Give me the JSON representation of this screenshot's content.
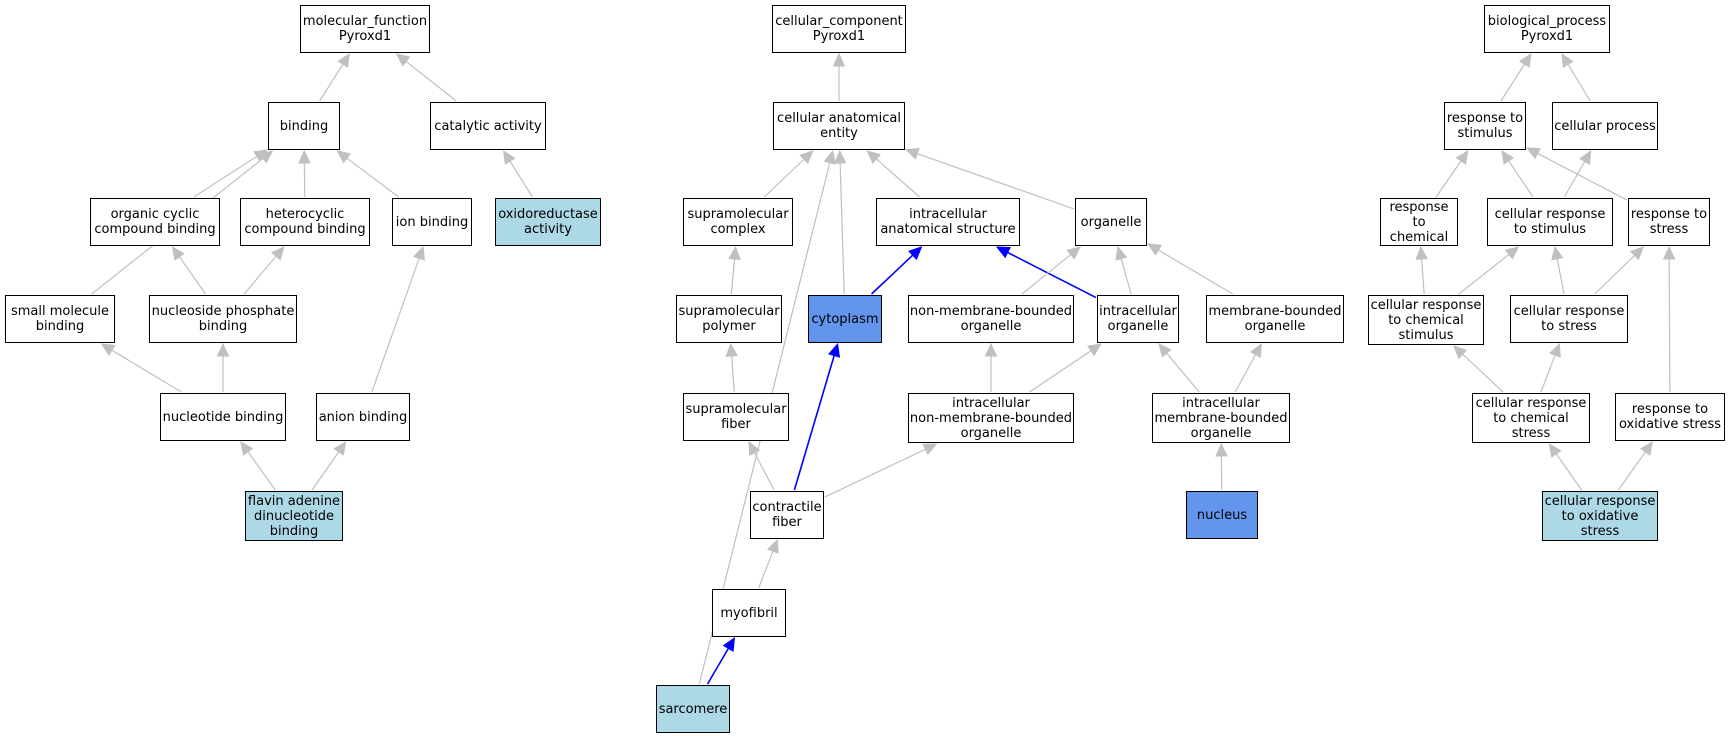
{
  "colors": {
    "default_fill": "#ffffff",
    "light_blue": "#add8e6",
    "cornflower_blue": "#6495ed",
    "edge_gray": "#c0c0c0",
    "edge_blue": "#0000ff"
  },
  "nodes": [
    {
      "id": "mf",
      "label": "molecular_function\nPyroxd1",
      "fill": "default"
    },
    {
      "id": "binding",
      "label": "binding",
      "fill": "default"
    },
    {
      "id": "catalytic",
      "label": "catalytic activity",
      "fill": "default"
    },
    {
      "id": "organic_cyclic",
      "label": "organic cyclic\ncompound binding",
      "fill": "default"
    },
    {
      "id": "heterocyclic",
      "label": "heterocyclic\ncompound binding",
      "fill": "default"
    },
    {
      "id": "ion_binding",
      "label": "ion binding",
      "fill": "default"
    },
    {
      "id": "oxidoreductase",
      "label": "oxidoreductase\nactivity",
      "fill": "light_blue"
    },
    {
      "id": "small_molecule",
      "label": "small molecule\nbinding",
      "fill": "default"
    },
    {
      "id": "nucleoside_phosphate",
      "label": "nucleoside phosphate\nbinding",
      "fill": "default"
    },
    {
      "id": "nucleotide_binding",
      "label": "nucleotide binding",
      "fill": "default"
    },
    {
      "id": "anion_binding",
      "label": "anion binding",
      "fill": "default"
    },
    {
      "id": "fad_binding",
      "label": "flavin adenine\ndinucleotide\nbinding",
      "fill": "light_blue"
    },
    {
      "id": "cc",
      "label": "cellular_component\nPyroxd1",
      "fill": "default"
    },
    {
      "id": "cae",
      "label": "cellular anatomical\nentity",
      "fill": "default"
    },
    {
      "id": "supra_complex",
      "label": "supramolecular\ncomplex",
      "fill": "default"
    },
    {
      "id": "ias",
      "label": "intracellular\nanatomical structure",
      "fill": "default"
    },
    {
      "id": "organelle",
      "label": "organelle",
      "fill": "default"
    },
    {
      "id": "supra_polymer",
      "label": "supramolecular\npolymer",
      "fill": "default"
    },
    {
      "id": "cytoplasm",
      "label": "cytoplasm",
      "fill": "cornflower_blue"
    },
    {
      "id": "nmbo",
      "label": "non-membrane-bounded\norganelle",
      "fill": "default"
    },
    {
      "id": "intra_organelle",
      "label": "intracellular\norganelle",
      "fill": "default"
    },
    {
      "id": "mbo",
      "label": "membrane-bounded\norganelle",
      "fill": "default"
    },
    {
      "id": "supra_fiber",
      "label": "supramolecular\nfiber",
      "fill": "default"
    },
    {
      "id": "inmbo",
      "label": "intracellular\nnon-membrane-bounded\norganelle",
      "fill": "default"
    },
    {
      "id": "imbo",
      "label": "intracellular\nmembrane-bounded\norganelle",
      "fill": "default"
    },
    {
      "id": "contractile",
      "label": "contractile\nfiber",
      "fill": "default"
    },
    {
      "id": "nucleus",
      "label": "nucleus",
      "fill": "cornflower_blue"
    },
    {
      "id": "myofibril",
      "label": "myofibril",
      "fill": "default"
    },
    {
      "id": "sarcomere",
      "label": "sarcomere",
      "fill": "light_blue"
    },
    {
      "id": "bp",
      "label": "biological_process\nPyroxd1",
      "fill": "default"
    },
    {
      "id": "resp_stim",
      "label": "response to\nstimulus",
      "fill": "default"
    },
    {
      "id": "cell_process",
      "label": "cellular process",
      "fill": "default"
    },
    {
      "id": "resp_chem",
      "label": "response to\nchemical",
      "fill": "default"
    },
    {
      "id": "cell_resp_stim",
      "label": "cellular response\nto stimulus",
      "fill": "default"
    },
    {
      "id": "resp_stress",
      "label": "response to\nstress",
      "fill": "default"
    },
    {
      "id": "cell_resp_chem_stim",
      "label": "cellular response\nto chemical\nstimulus",
      "fill": "default"
    },
    {
      "id": "cell_resp_stress",
      "label": "cellular response\nto stress",
      "fill": "default"
    },
    {
      "id": "cell_resp_chem_stress",
      "label": "cellular response\nto chemical\nstress",
      "fill": "default"
    },
    {
      "id": "resp_ox_stress",
      "label": "response to\noxidative stress",
      "fill": "default"
    },
    {
      "id": "cell_resp_ox_stress",
      "label": "cellular response\nto oxidative\nstress",
      "fill": "light_blue"
    }
  ],
  "edges": [
    {
      "from": "binding",
      "to": "mf",
      "color": "gray"
    },
    {
      "from": "catalytic",
      "to": "mf",
      "color": "gray"
    },
    {
      "from": "organic_cyclic",
      "to": "binding",
      "color": "gray"
    },
    {
      "from": "heterocyclic",
      "to": "binding",
      "color": "gray"
    },
    {
      "from": "ion_binding",
      "to": "binding",
      "color": "gray"
    },
    {
      "from": "small_molecule",
      "to": "binding",
      "color": "gray"
    },
    {
      "from": "oxidoreductase",
      "to": "catalytic",
      "color": "gray"
    },
    {
      "from": "nucleoside_phosphate",
      "to": "organic_cyclic",
      "color": "gray"
    },
    {
      "from": "nucleoside_phosphate",
      "to": "heterocyclic",
      "color": "gray"
    },
    {
      "from": "anion_binding",
      "to": "ion_binding",
      "color": "gray"
    },
    {
      "from": "nucleotide_binding",
      "to": "small_molecule",
      "color": "gray"
    },
    {
      "from": "nucleotide_binding",
      "to": "nucleoside_phosphate",
      "color": "gray"
    },
    {
      "from": "fad_binding",
      "to": "nucleotide_binding",
      "color": "gray"
    },
    {
      "from": "fad_binding",
      "to": "anion_binding",
      "color": "gray"
    },
    {
      "from": "cae",
      "to": "cc",
      "color": "gray"
    },
    {
      "from": "supra_complex",
      "to": "cae",
      "color": "gray"
    },
    {
      "from": "ias",
      "to": "cae",
      "color": "gray"
    },
    {
      "from": "organelle",
      "to": "cae",
      "color": "gray"
    },
    {
      "from": "cytoplasm",
      "to": "cae",
      "color": "gray"
    },
    {
      "from": "sarcomere",
      "to": "cae",
      "color": "gray"
    },
    {
      "from": "supra_polymer",
      "to": "supra_complex",
      "color": "gray"
    },
    {
      "from": "cytoplasm",
      "to": "ias",
      "color": "blue"
    },
    {
      "from": "intra_organelle",
      "to": "ias",
      "color": "blue"
    },
    {
      "from": "nmbo",
      "to": "organelle",
      "color": "gray"
    },
    {
      "from": "intra_organelle",
      "to": "organelle",
      "color": "gray"
    },
    {
      "from": "mbo",
      "to": "organelle",
      "color": "gray"
    },
    {
      "from": "supra_fiber",
      "to": "supra_polymer",
      "color": "gray"
    },
    {
      "from": "inmbo",
      "to": "nmbo",
      "color": "gray"
    },
    {
      "from": "inmbo",
      "to": "intra_organelle",
      "color": "gray"
    },
    {
      "from": "imbo",
      "to": "intra_organelle",
      "color": "gray"
    },
    {
      "from": "imbo",
      "to": "mbo",
      "color": "gray"
    },
    {
      "from": "contractile",
      "to": "supra_fiber",
      "color": "gray"
    },
    {
      "from": "contractile",
      "to": "cytoplasm",
      "color": "blue"
    },
    {
      "from": "contractile",
      "to": "inmbo",
      "color": "gray"
    },
    {
      "from": "nucleus",
      "to": "imbo",
      "color": "gray"
    },
    {
      "from": "myofibril",
      "to": "contractile",
      "color": "gray"
    },
    {
      "from": "sarcomere",
      "to": "myofibril",
      "color": "blue"
    },
    {
      "from": "resp_stim",
      "to": "bp",
      "color": "gray"
    },
    {
      "from": "cell_process",
      "to": "bp",
      "color": "gray"
    },
    {
      "from": "resp_chem",
      "to": "resp_stim",
      "color": "gray"
    },
    {
      "from": "cell_resp_stim",
      "to": "resp_stim",
      "color": "gray"
    },
    {
      "from": "resp_stress",
      "to": "resp_stim",
      "color": "gray"
    },
    {
      "from": "cell_resp_stim",
      "to": "cell_process",
      "color": "gray"
    },
    {
      "from": "cell_resp_chem_stim",
      "to": "resp_chem",
      "color": "gray"
    },
    {
      "from": "cell_resp_chem_stim",
      "to": "cell_resp_stim",
      "color": "gray"
    },
    {
      "from": "cell_resp_stress",
      "to": "cell_resp_stim",
      "color": "gray"
    },
    {
      "from": "cell_resp_stress",
      "to": "resp_stress",
      "color": "gray"
    },
    {
      "from": "cell_resp_chem_stress",
      "to": "cell_resp_chem_stim",
      "color": "gray"
    },
    {
      "from": "cell_resp_chem_stress",
      "to": "cell_resp_stress",
      "color": "gray"
    },
    {
      "from": "resp_ox_stress",
      "to": "resp_stress",
      "color": "gray"
    },
    {
      "from": "cell_resp_ox_stress",
      "to": "cell_resp_chem_stress",
      "color": "gray"
    },
    {
      "from": "cell_resp_ox_stress",
      "to": "resp_ox_stress",
      "color": "gray"
    }
  ]
}
